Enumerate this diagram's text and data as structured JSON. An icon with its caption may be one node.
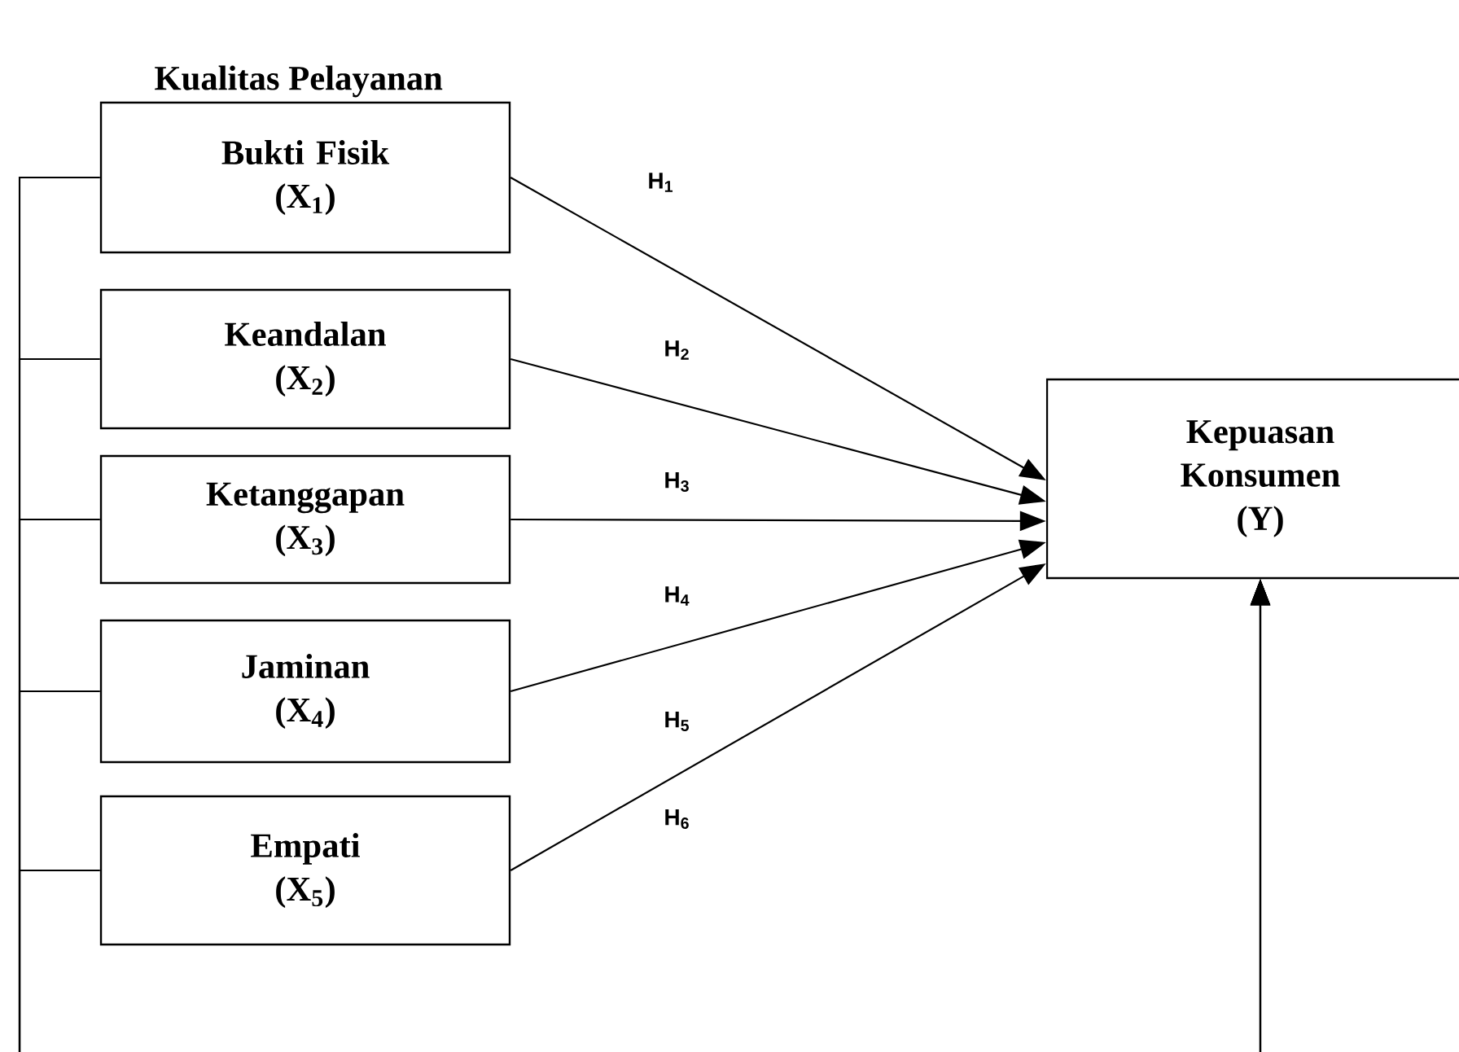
{
  "diagram": {
    "title": "Kualitas Pelayanan",
    "nodes": [
      {
        "text": [
          "Bukti Fisik",
          "(X$_{1}$)"
        ]
      },
      {
        "text": [
          "Keandalan",
          "(X$_{2}$)"
        ]
      },
      {
        "text": [
          "Ketanggapan",
          "(X$_{3}$)"
        ]
      },
      {
        "text": [
          "Jaminan",
          "(X$_{4}$)"
        ]
      },
      {
        "text": [
          "Empati",
          "(X$_{5}$)"
        ]
      },
      {
        "text": [
          "Kepuasan Konsumen",
          "(Y)"
        ]
      }
    ],
    "edges": [
      {
        "from": 0,
        "to": 5,
        "arrow": "to",
        "label": "H$_{1}$"
      },
      {
        "from": 1,
        "to": 5,
        "arrow": "to",
        "label": "H$_{2}$"
      },
      {
        "from": 2,
        "to": 5,
        "arrow": "to",
        "label": "H$_{3}$"
      },
      {
        "from": 3,
        "to": 5,
        "arrow": "to",
        "label": "H$_{4}$"
      },
      {
        "from": 4,
        "to": 5,
        "arrow": "to",
        "label": "H$_{5}$"
      },
      {
        "from": 0,
        "to": 5,
        "arrow": "to"
      },
      {
        "from": 1,
        "to": 5,
        "arrow": "to"
      },
      {
        "from": 2,
        "to": 5,
        "arrow": "to"
      },
      {
        "from": 3,
        "to": 5,
        "arrow": "to"
      },
      {
        "from": 4,
        "to": 5,
        "arrow": "to"
      }
    ],
    "labels": [
      "H$_{6}$"
    ]
  }
}
